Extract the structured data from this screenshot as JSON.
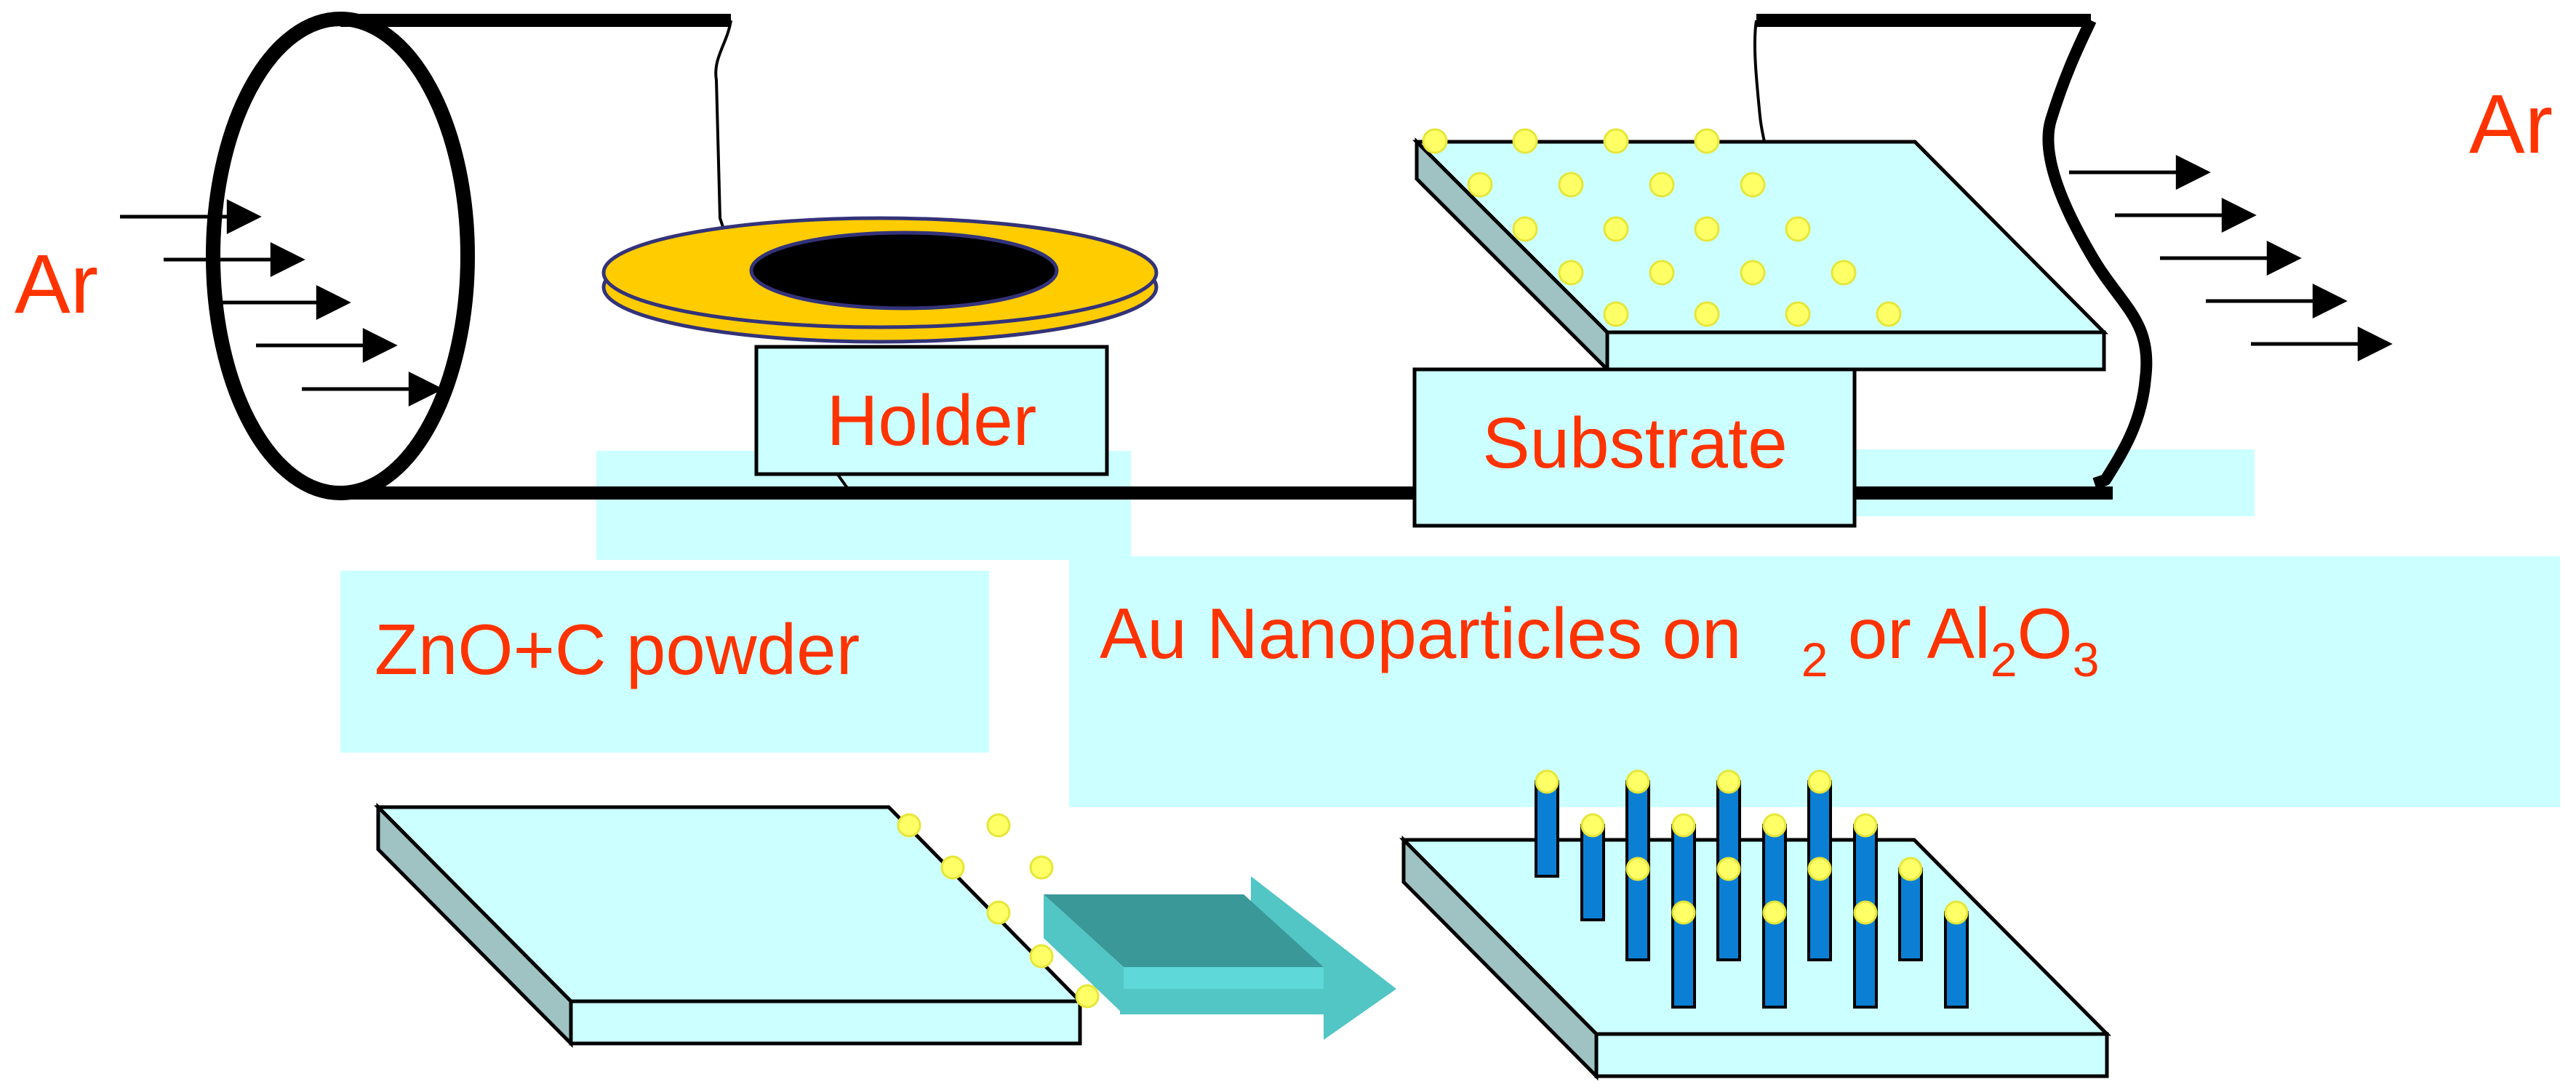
{
  "labels": {
    "ar_in": "Ar",
    "ar_out": "Ar",
    "holder": "Holder",
    "substrate": "Substrate",
    "powder": "ZnO+C powder",
    "nano_prefix": "Au Nanoparticles on ",
    "nano_sub_a": "2",
    "nano_mid": " or Al",
    "nano_sub_b": "2",
    "nano_o": "O",
    "nano_sub_c": "3"
  },
  "colors": {
    "label_text": "#ff3300",
    "panel_fill": "#ccffff",
    "substrate_top": "#ccffff",
    "substrate_side": "#9fc3c3",
    "holder_gold": "#ffcc00",
    "holder_center": "#000000",
    "particle": "#ffff66",
    "nanowire": "#0b7fd3",
    "arrow_dark": "#3a9898",
    "arrow_light": "#52c5c5",
    "line": "#000000"
  }
}
